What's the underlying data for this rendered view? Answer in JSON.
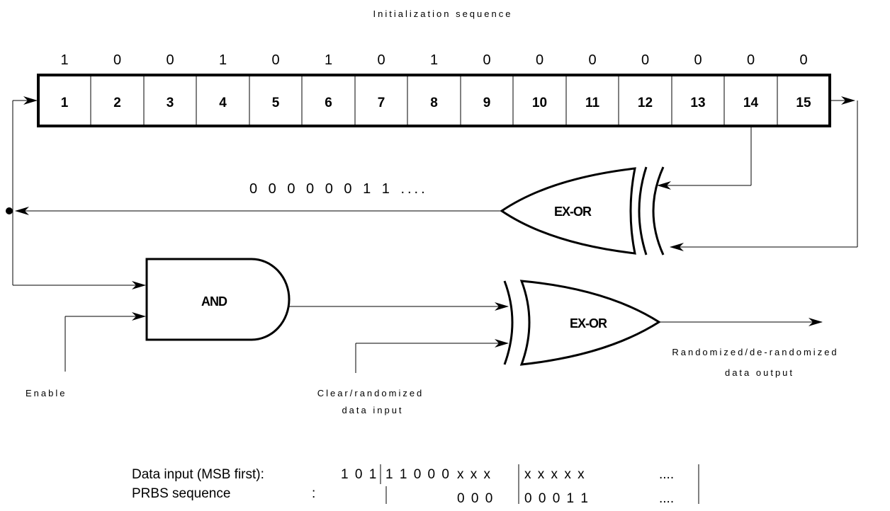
{
  "title": "Initialization sequence",
  "init_bits": [
    "1",
    "0",
    "0",
    "1",
    "0",
    "1",
    "0",
    "1",
    "0",
    "0",
    "0",
    "0",
    "0",
    "0",
    "0"
  ],
  "cells": [
    "1",
    "2",
    "3",
    "4",
    "5",
    "6",
    "7",
    "8",
    "9",
    "10",
    "11",
    "12",
    "13",
    "14",
    "15"
  ],
  "output_sequence": "0 0 0 0 0 0 1 1 ....",
  "gates": {
    "xor_top": "EX-OR",
    "and": "AND",
    "xor_bottom": "EX-OR"
  },
  "labels": {
    "enable": "Enable",
    "data_input_line1": "Clear/randomized",
    "data_input_line2": "data input",
    "data_output_line1": "Randomized/de-randomized",
    "data_output_line2": "data output"
  },
  "table": {
    "row1_label": "Data input (MSB first):",
    "row1_bits_a": "1 0 1",
    "row1_bits_b": "1 1 0 0 0",
    "row1_bits_c": "x  x  x",
    "row1_bits_d": "x  x  x  x  x",
    "row1_dots": "....",
    "row2_label": "PRBS sequence",
    "row2_colon": ":",
    "row2_bits_c": "0  0  0",
    "row2_bits_d": "0  0  0  1  1",
    "row2_dots": "...."
  }
}
